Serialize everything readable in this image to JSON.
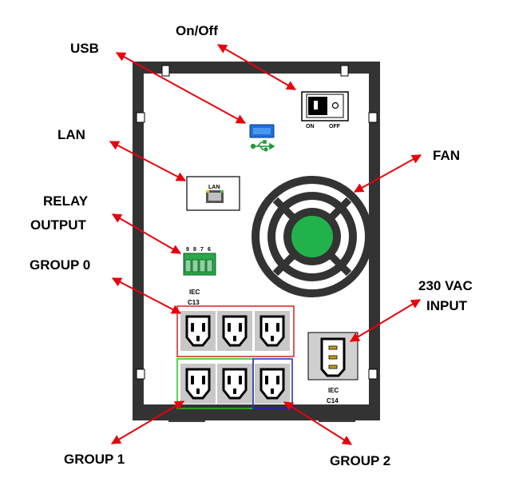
{
  "labels": {
    "on_off": "On/Off",
    "usb": "USB",
    "lan": "LAN",
    "fan": "FAN",
    "relay_line1": "RELAY",
    "relay_line2": "OUTPUT",
    "group0": "GROUP 0",
    "group1": "GROUP 1",
    "group2": "GROUP 2",
    "input_line1": "230 VAC",
    "input_line2": "INPUT"
  },
  "panel": {
    "switch_on": "ON",
    "switch_off": "OFF",
    "lan_port": "LAN",
    "relay_pins": [
      "9",
      "8",
      "7",
      "6"
    ],
    "iec_c13_line1": "IEC",
    "iec_c13_line2": "C13",
    "iec_c14_line1": "IEC",
    "iec_c14_line2": "C14"
  },
  "colors": {
    "arrow": "#e8000b",
    "fan_hub": "#22b24c",
    "group0_border": "#d42020",
    "group1_border": "#22c422",
    "group2_border": "#2222c8",
    "usb_blue": "#1e6fd9",
    "usb_symbol": "#1a9a3a"
  }
}
